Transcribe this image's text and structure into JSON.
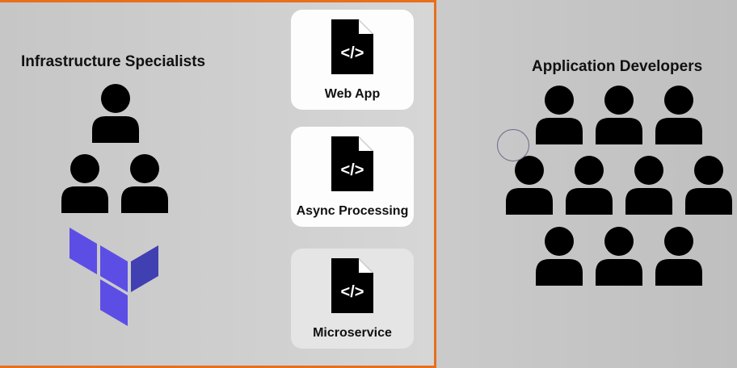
{
  "left": {
    "title": "Infrastructure Specialists"
  },
  "right": {
    "title": "Application Developers"
  },
  "apps": [
    {
      "label": "Web App",
      "icon": "code-file-icon"
    },
    {
      "label": "Async Processing",
      "icon": "code-file-icon"
    },
    {
      "label": "Microservice",
      "icon": "code-file-icon"
    }
  ],
  "colors": {
    "highlight_border": "#e86f1c",
    "terraform_purple": "#5c4ee5",
    "icon_fill": "#000000"
  }
}
